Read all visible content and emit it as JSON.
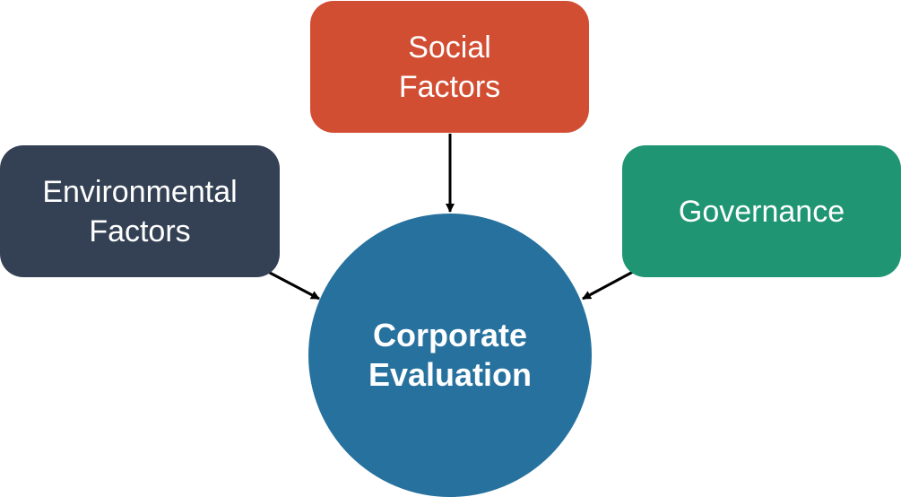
{
  "diagram": {
    "nodes": {
      "social": {
        "label": "Social\nFactors",
        "color": "#d24e33"
      },
      "environmental": {
        "label": "Environmental\nFactors",
        "color": "#344154"
      },
      "governance": {
        "label": "Governance",
        "color": "#1f9573"
      },
      "corporate": {
        "label": "Corporate\nEvaluation",
        "color": "#26719e"
      }
    },
    "edges": [
      {
        "from": "social",
        "to": "corporate"
      },
      {
        "from": "environmental",
        "to": "corporate"
      },
      {
        "from": "governance",
        "to": "corporate"
      }
    ],
    "arrow_color": "#000000"
  }
}
